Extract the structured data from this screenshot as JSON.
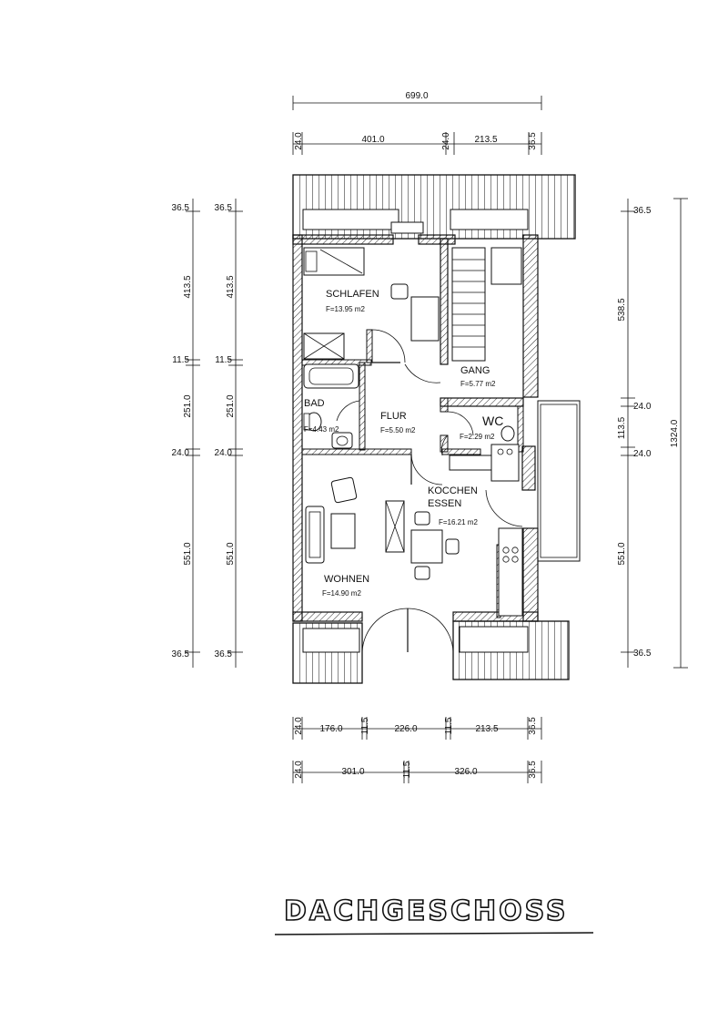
{
  "plan": {
    "title": "DACHGESCHOSS",
    "dims_top": {
      "overall": "699.0",
      "a": "24.0",
      "b": "401.0",
      "c": "24.0",
      "d": "213.5",
      "e": "36.5"
    },
    "dims_bottom1": {
      "a": "24.0",
      "b": "176.0",
      "c": "11.5",
      "d": "226.0",
      "e": "11.5",
      "f": "213.5",
      "g": "36.5"
    },
    "dims_bottom2": {
      "a": "24.0",
      "b": "301.0",
      "c": "11.5",
      "d": "326.0",
      "e": "36.5"
    },
    "dims_left_outer": {
      "a": "36.5",
      "b": "413.5",
      "c": "11.5",
      "d": "251.0",
      "e": "24.0",
      "f": "551.0",
      "g": "36.5"
    },
    "dims_left_inner": {
      "a": "36.5",
      "b": "413.5",
      "c": "11.5",
      "d": "251.0",
      "e": "24.0",
      "f": "551.0",
      "g": "36.5"
    },
    "dims_right": {
      "a": "36.5",
      "b": "538.5",
      "c": "24.0",
      "d": "113.5",
      "e": "24.0",
      "f": "551.0",
      "g": "36.5",
      "overall": "1324.0"
    },
    "rooms": {
      "schlafen": {
        "name": "SCHLAFEN",
        "area": "F=13.95 m2"
      },
      "gang": {
        "name": "GANG",
        "area": "F=5.77 m2"
      },
      "bad": {
        "name": "BAD",
        "area": "F=4.43 m2"
      },
      "flur": {
        "name": "FLUR",
        "area": "F=5.50 m2"
      },
      "wc": {
        "name": "WC",
        "area": "F=2.29 m2"
      },
      "kuechen": {
        "name1": "KOCCHEN",
        "name2": "ESSEN",
        "area": "F=16.21 m2"
      },
      "wohnen": {
        "name": "WOHNEN",
        "area": "F=14.90 m2"
      }
    }
  }
}
